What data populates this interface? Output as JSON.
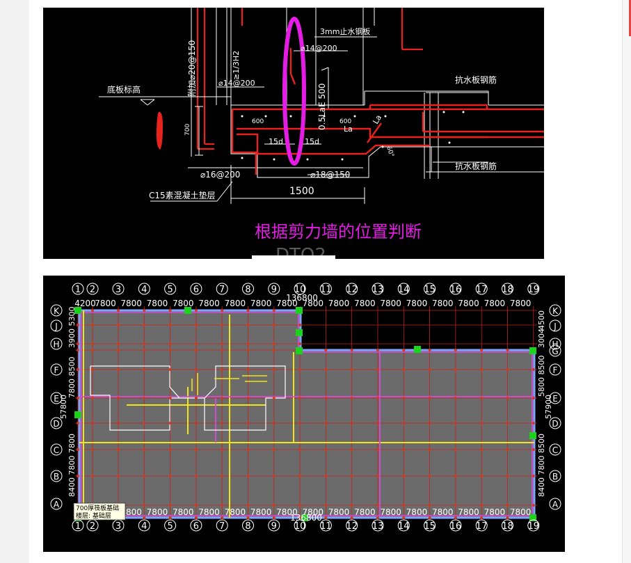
{
  "detail": {
    "labels": {
      "bottom_elev": "底板标高",
      "waterstop": "3mm止水钢板",
      "rebar_14_top": "⌀14@200",
      "rebar_14_left": "⌀14@200",
      "anchor": "≥1/3H2",
      "wall_rebar": "附加⌀20@150",
      "lae": "0.5LaE 500",
      "dim_600_left": "600",
      "dim_600_right": "600",
      "la": "La",
      "la2": "La",
      "d15_left": "15d",
      "d15_right": "15d",
      "dim_700": "700",
      "angle": "60°",
      "rebar_16": "⌀16@200",
      "rebar_18": "⌀18@150",
      "cushion": "C15素混凝土垫层",
      "dim_1500": "1500",
      "anti_top": "抗水板钢筋",
      "anti_bottom": "抗水板钢筋",
      "caption": "根据剪力墙的位置判断",
      "ghost": "DTQ2"
    }
  },
  "plan": {
    "top_axes": [
      "1",
      "2",
      "3",
      "4",
      "5",
      "6",
      "7",
      "8",
      "9",
      "10",
      "11",
      "12",
      "13",
      "14",
      "15",
      "16",
      "17",
      "18",
      "19"
    ],
    "side_axes": [
      "K",
      "J",
      "H",
      "G",
      "F",
      "E",
      "D",
      "C",
      "B",
      "A"
    ],
    "top_dims": [
      "4200",
      "7800",
      "7800",
      "7800",
      "7800",
      "7800",
      "7800",
      "7800",
      "7800",
      "7800",
      "7800",
      "7800",
      "7800",
      "7800",
      "7800",
      "7800",
      "7800",
      "7800"
    ],
    "bottom_dims": [
      "800",
      "7800",
      "7800",
      "7800",
      "7800",
      "7800",
      "7800",
      "7800",
      "7800",
      "7800",
      "7800",
      "7800",
      "7800",
      "7800",
      "7800",
      "7800",
      "7800",
      "7800"
    ],
    "total_top": "136800",
    "total_bottom": "136800",
    "left_dims_top": "3900 5300",
    "left_dims_mid": "7800 8500",
    "left_total": "57800",
    "left_dims_bot": "8400 7800 7800",
    "right_dims_top": "4500",
    "right_dims_small": "3004",
    "right_dims_mid": "5800 8500",
    "right_total": "57900",
    "right_dims_bot": "8400 7800 8500",
    "tooltip": {
      "line1": "700厚筏板基础",
      "line2": "楼层: 基础层"
    }
  },
  "colors": {
    "rebar_red": "#e8231e",
    "line_white": "#ffffff",
    "magenta_highlight": "#e41de4",
    "slab_gray": "#6b6b6b",
    "grid_red": "#c8201c",
    "beam_yellow": "#f2e51a",
    "beam_magenta": "#d64bd6",
    "support_green": "#19d419",
    "edge_blue": "#7fa6ff"
  }
}
